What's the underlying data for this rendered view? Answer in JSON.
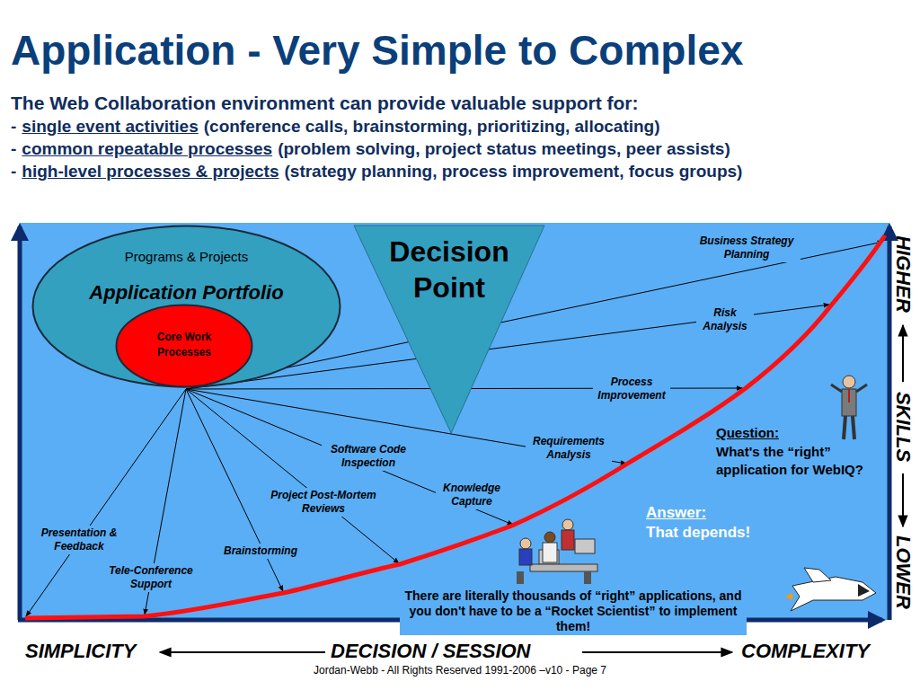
{
  "diagram": {
    "title": "Application - Very Simple to Complex",
    "nodes": [
      {
        "text": [
          "Programs & Projects",
          "Application Portfolio"
        ]
      },
      {
        "text": [
          "Core Work Processes"
        ],
        "in": 0
      },
      {
        "text": [
          "Decision Point"
        ]
      }
    ],
    "labels": [
      "The Web Collaboration environment can provide valuable support for:",
      "-",
      "single event activities",
      "(conference calls, brainstorming, prioritizing, allocating)",
      "-",
      "common repeatable processes",
      "(problem solving, project status meetings, peer assists)",
      "-",
      "high-level processes & projects",
      "(strategy planning, process improvement, focus groups)",
      "Business Strategy Planning",
      "Risk Analysis",
      "Process Improvement",
      "Requirements Analysis",
      "Software Code Inspection",
      "Knowledge Capture",
      "Project Post-Mortem Reviews",
      "Brainstorming",
      "Tele-Conference Support",
      "Presentation & Feedback",
      "Question:",
      "What's the “right” application for WebIQ?",
      "Answer:",
      "That depends!",
      "There are literally thousands of “right” applications, and you don't have to be a “Rocket Scientist” to implement them!",
      "HIGHER",
      "SKILLS",
      "LOWER",
      "SIMPLICITY",
      "DECISION / SESSION",
      "COMPLEXITY",
      "Jordan-Webb - All Rights Reserved 1991-2006 –v10 - Page 7"
    ]
  }
}
